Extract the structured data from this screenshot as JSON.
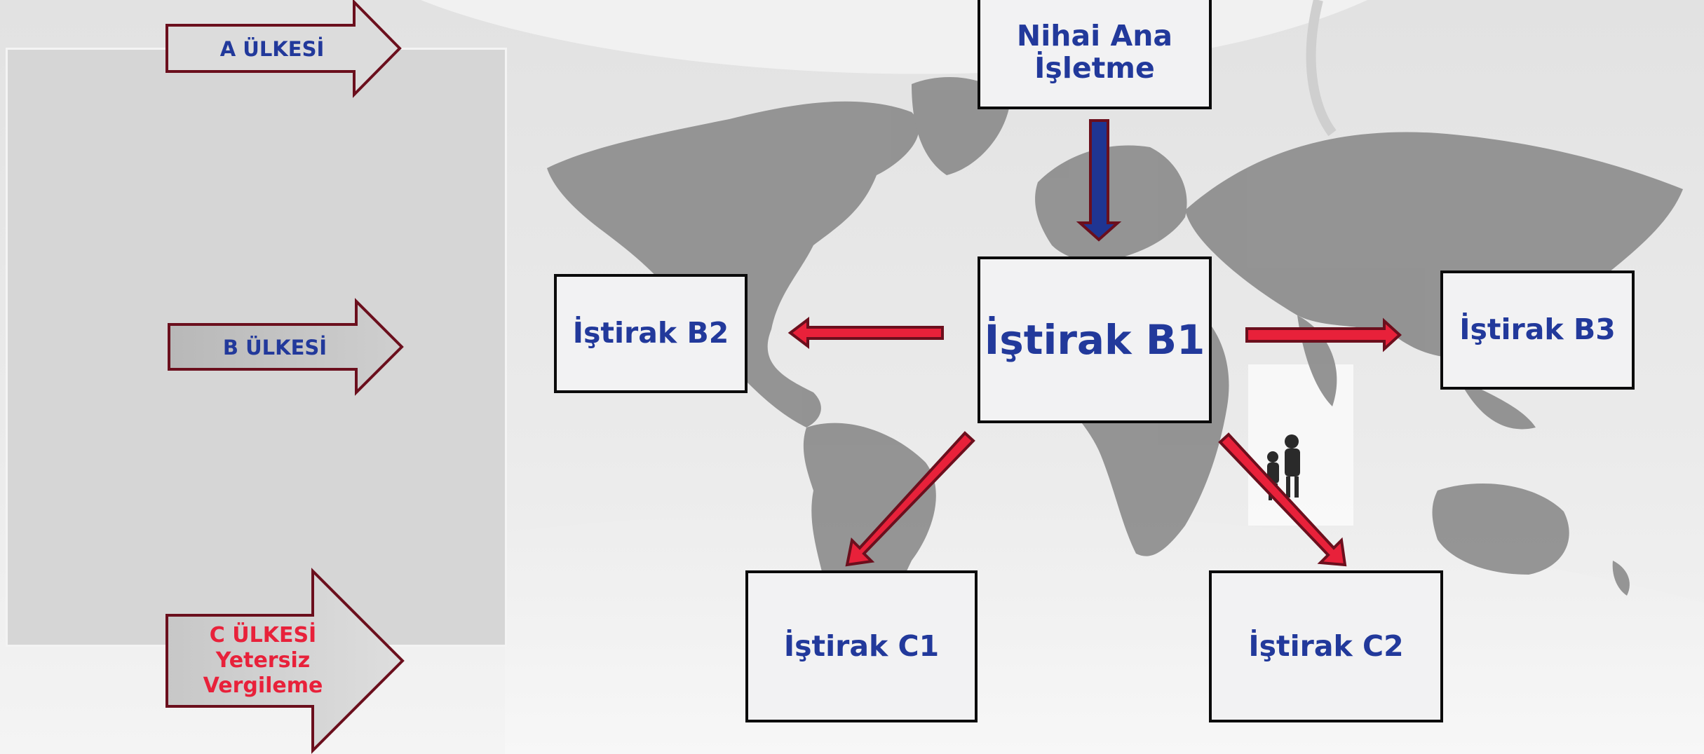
{
  "slide": {
    "top_box": {
      "line1": "Nihai Ana",
      "line2": "İşletme"
    },
    "center_box": "İştirak B1",
    "left_box": "İştirak B2",
    "right_box": "İştirak B3",
    "bottom_left_box": "İştirak C1",
    "bottom_right_box": "İştirak C2",
    "country_a": "A ÜLKESİ",
    "country_b": "B ÜLKESİ",
    "country_c": {
      "line1": "C ÜLKESİ",
      "line2": "Yetersiz",
      "line3": "Vergileme"
    }
  },
  "colors": {
    "box_text": "#22399b",
    "red_arrow": "#e8213a",
    "blue_arrow": "#1f3592",
    "arrow_outline": "#6b0f1d",
    "country_c_text": "#e8213a"
  }
}
